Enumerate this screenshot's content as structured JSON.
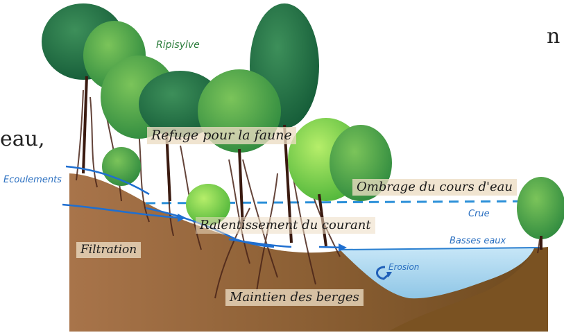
{
  "page": {
    "fragment_top": "n",
    "fragment_mid": "eau,"
  },
  "labels": {
    "ripisylve": "Ripisylve",
    "refuge": "Refuge pour la faune",
    "ecoulements": "Ecoulements",
    "ombrage": "Ombrage du cours d'eau",
    "crue": "Crue",
    "ralentissement": "Ralentissement du courant",
    "basses_eaux": "Basses eaux",
    "filtration": "Filtration",
    "erosion": "Erosion",
    "maintien": "Maintien des berges"
  },
  "colors": {
    "soil": "#8a5a2b",
    "soil_dark": "#5d3a17",
    "water": "#a9d6ee",
    "water_line": "#2a7fd0",
    "tree_dark": "#1f6b44",
    "tree_mid": "#3a9a4a",
    "tree_light": "#7ccc3c",
    "roots": "#4a2418",
    "label_bg": "#ecdcc3"
  }
}
